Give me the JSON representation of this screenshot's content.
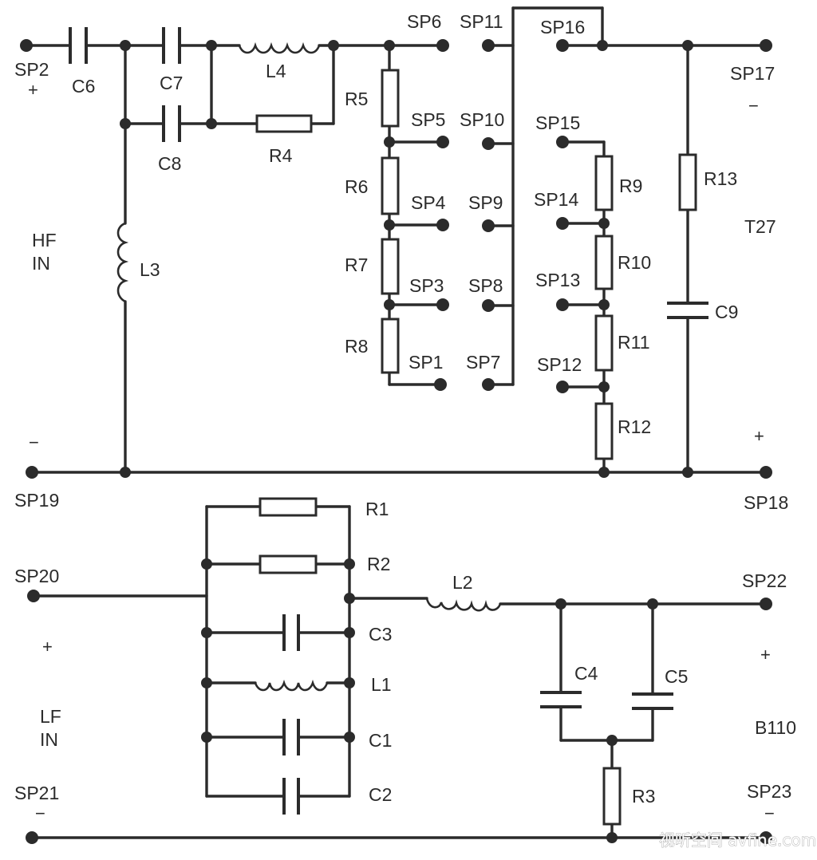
{
  "diagram": {
    "hf_section": {
      "input_label_line1": "HF",
      "input_label_line2": "IN",
      "test_points": {
        "sp1": "SP1",
        "sp2": "SP2",
        "sp3": "SP3",
        "sp4": "SP4",
        "sp5": "SP5",
        "sp6": "SP6",
        "sp7": "SP7",
        "sp8": "SP8",
        "sp9": "SP9",
        "sp10": "SP10",
        "sp11": "SP11",
        "sp12": "SP12",
        "sp13": "SP13",
        "sp14": "SP14",
        "sp15": "SP15",
        "sp16": "SP16",
        "sp17": "SP17",
        "sp18": "SP18",
        "sp19": "SP19"
      },
      "components": {
        "c6": "C6",
        "c7": "C7",
        "c8": "C8",
        "c9": "C9",
        "l3": "L3",
        "l4": "L4",
        "r4": "R4",
        "r5": "R5",
        "r6": "R6",
        "r7": "R7",
        "r8": "R8",
        "r9": "R9",
        "r10": "R10",
        "r11": "R11",
        "r12": "R12",
        "r13": "R13"
      },
      "driver_label": "T27",
      "polarity": {
        "input_plus": "+",
        "input_minus": "−",
        "output_minus": "−",
        "output_plus": "+"
      }
    },
    "lf_section": {
      "input_label_line1": "LF",
      "input_label_line2": "IN",
      "test_points": {
        "sp20": "SP20",
        "sp21": "SP21",
        "sp22": "SP22",
        "sp23": "SP23"
      },
      "components": {
        "r1": "R1",
        "r2": "R2",
        "r3": "R3",
        "c1": "C1",
        "c2": "C2",
        "c3": "C3",
        "c4": "C4",
        "c5": "C5",
        "l1": "L1",
        "l2": "L2"
      },
      "driver_label": "B110",
      "polarity": {
        "input_plus": "+",
        "input_minus": "−",
        "output_plus": "+",
        "output_minus": "−"
      }
    },
    "watermark": "视听空间 avfine.com"
  }
}
